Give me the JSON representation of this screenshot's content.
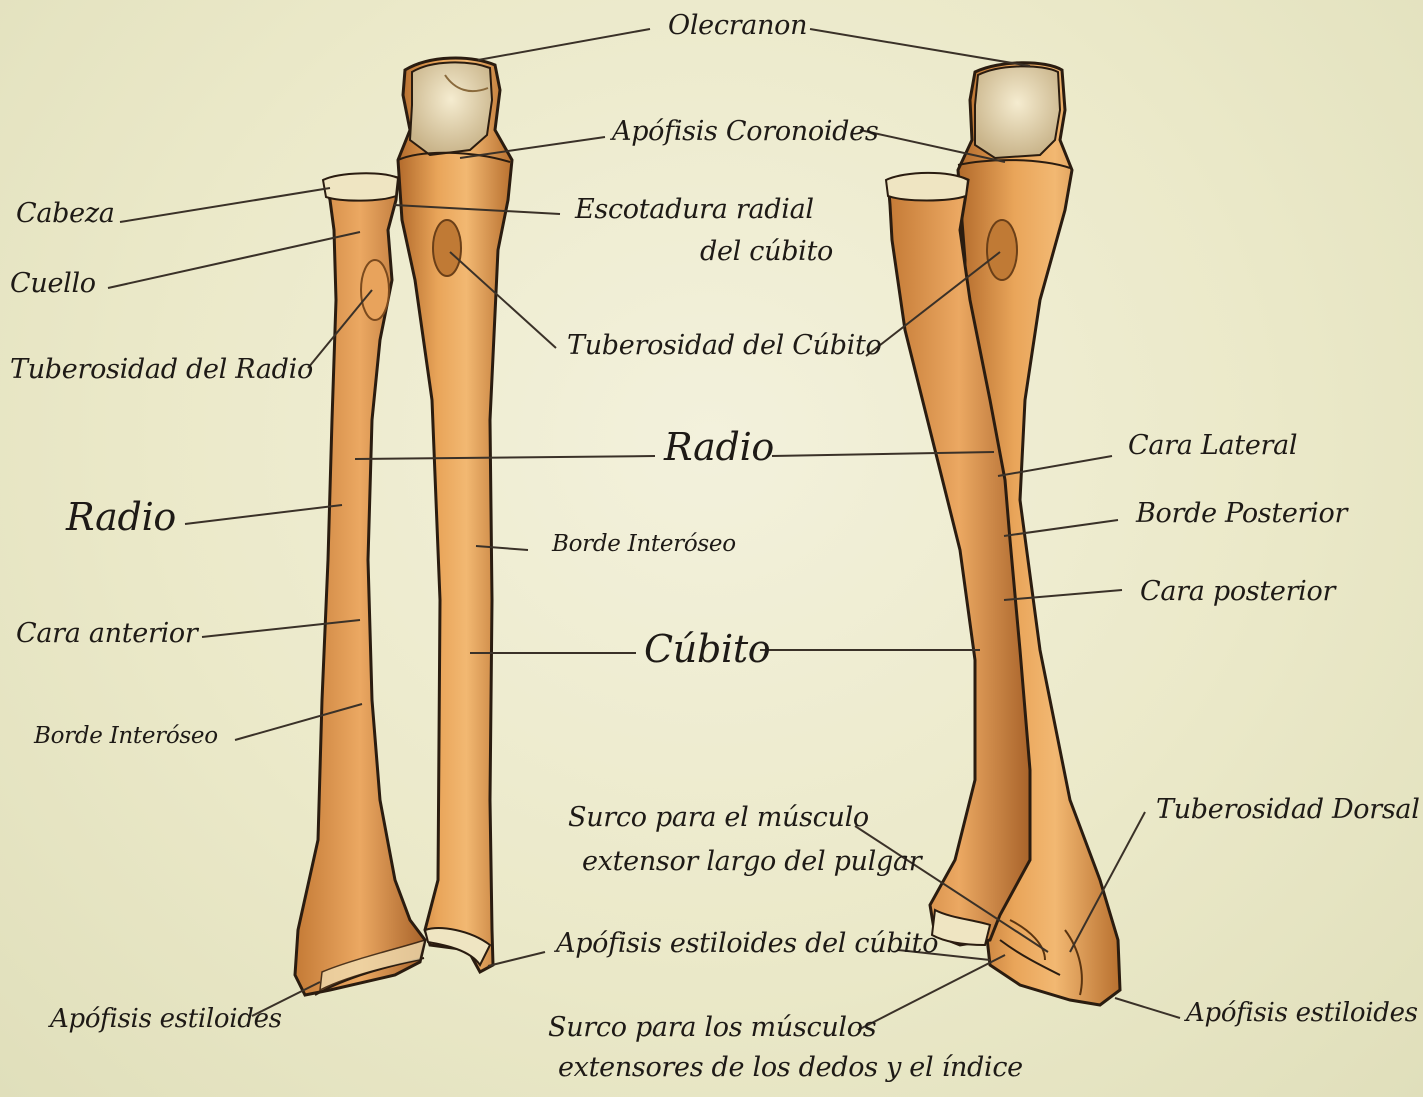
{
  "labels": {
    "olecranon": "Olecranon",
    "apofisis_coronoides": "Apófisis Coronoides",
    "cabeza": "Cabeza",
    "cuello": "Cuello",
    "escotadura_1": "Escotadura radial",
    "escotadura_2": "del cúbito",
    "tuberosidad_radio": "Tuberosidad del Radio",
    "tuberosidad_cubito": "Tuberosidad del Cúbito",
    "radio_center": "Radio",
    "radio_left": "Radio",
    "borde_interoseo_center": "Borde Interóseo",
    "cara_anterior": "Cara anterior",
    "cubito_center": "Cúbito",
    "borde_interoseo_left": "Borde Interóseo",
    "cara_lateral": "Cara Lateral",
    "borde_posterior": "Borde Posterior",
    "cara_posterior": "Cara posterior",
    "surco_pulgar_1": "Surco para el músculo",
    "surco_pulgar_2": "extensor largo del pulgar",
    "tuberosidad_dorsal": "Tuberosidad Dorsal",
    "apofisis_estiloides_cubito": "Apófisis estiloides del cúbito",
    "apofisis_estiloides_left": "Apófisis estiloides",
    "apofisis_estiloides_right": "Apófisis estiloides",
    "surco_dedos_1": "Surco para los músculos",
    "surco_dedos_2": "extensores de los dedos y el índice"
  },
  "colors": {
    "background": "#efedd3",
    "bone": "#d38a3e",
    "bone_light": "#f0b56c",
    "bone_dark": "#9a5a22",
    "cartilage": "#efe5c2",
    "outline": "#2a1c10"
  }
}
